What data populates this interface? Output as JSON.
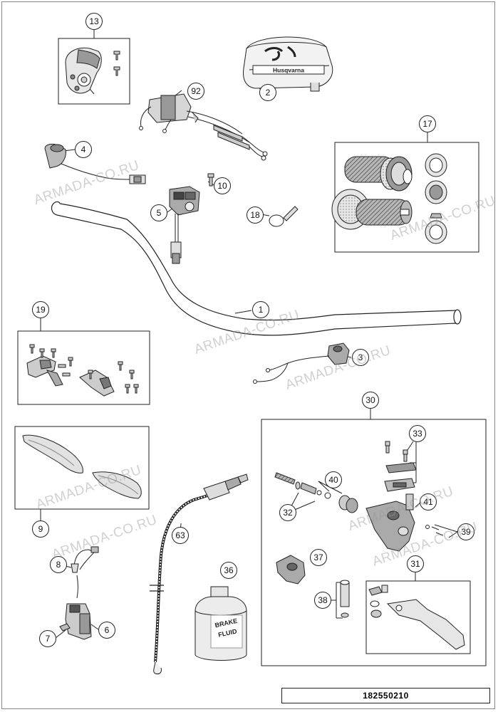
{
  "callouts": {
    "c1": "1",
    "c2": "2",
    "c3": "3",
    "c4": "4",
    "c5": "5",
    "c6": "6",
    "c7": "7",
    "c8": "8",
    "c9": "9",
    "c10": "10",
    "c13": "13",
    "c17": "17",
    "c18": "18",
    "c19": "19",
    "c30": "30",
    "c31": "31",
    "c32": "32",
    "c33": "33",
    "c36": "36",
    "c37": "37",
    "c38": "38",
    "c39": "39",
    "c40": "40",
    "c41": "41",
    "c63": "63",
    "c92": "92"
  },
  "watermark": "ARMADA-CO.RU",
  "pad_logo": "Husqvarna",
  "brake_fluid_label": {
    "line1": "BRAKE",
    "line2": "FLUID"
  },
  "drawing_number": "182550210",
  "colors": {
    "line": "#222222",
    "fill_light": "#e6e6e6",
    "fill_mid": "#b5b5b5",
    "fill_dark": "#777777",
    "watermark": "#969696"
  }
}
